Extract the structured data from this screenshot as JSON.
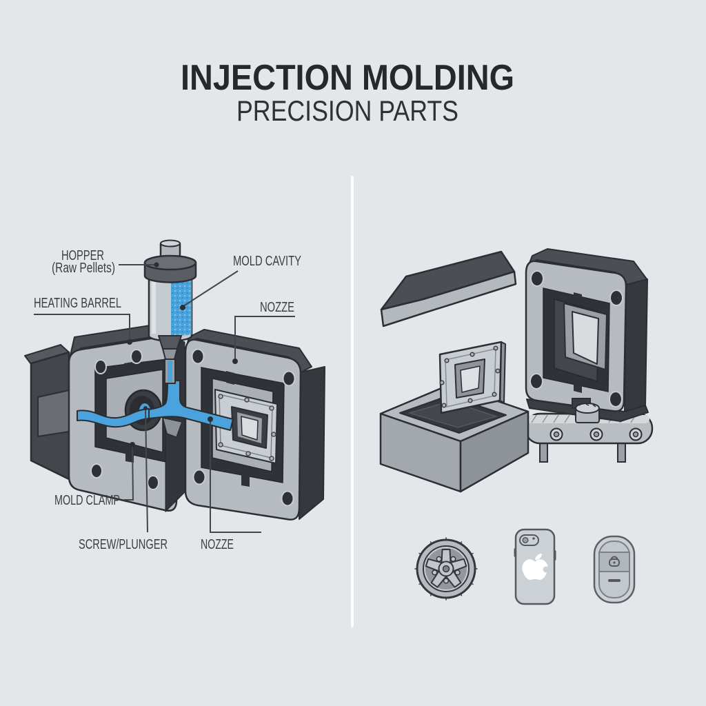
{
  "title": {
    "line1": "INJECTION MOLDING",
    "line2": "PRECISION PARTS"
  },
  "machine_panel": {
    "labels": {
      "hopper": "HOPPER",
      "hopper_sub": "(Raw Pellets)",
      "heating_barrel": "HEATING BARREL",
      "mold_cavity": "MOLD CAVITY",
      "nozzle_top": "NOZZE",
      "mold_clamp": "MOLD CLAMP",
      "screw_plunger": "SCREW/PLUNGER",
      "nozzle_bottom": "NOZZE"
    }
  },
  "products_panel": {
    "items": [
      {
        "icon": "car-wheel-icon"
      },
      {
        "icon": "smartphone-icon"
      },
      {
        "icon": "key-fob-icon"
      }
    ]
  },
  "colors": {
    "background": "#e4e7ea",
    "molten_blue": "#4aa3dc",
    "metal_dark": "#44474c",
    "metal_mid": "#9aa0a6",
    "metal_light": "#c6cbd0",
    "outline": "#2b2e32",
    "title_text": "#26282c",
    "label_text": "#3b3e44",
    "divider": "#ffffff"
  }
}
